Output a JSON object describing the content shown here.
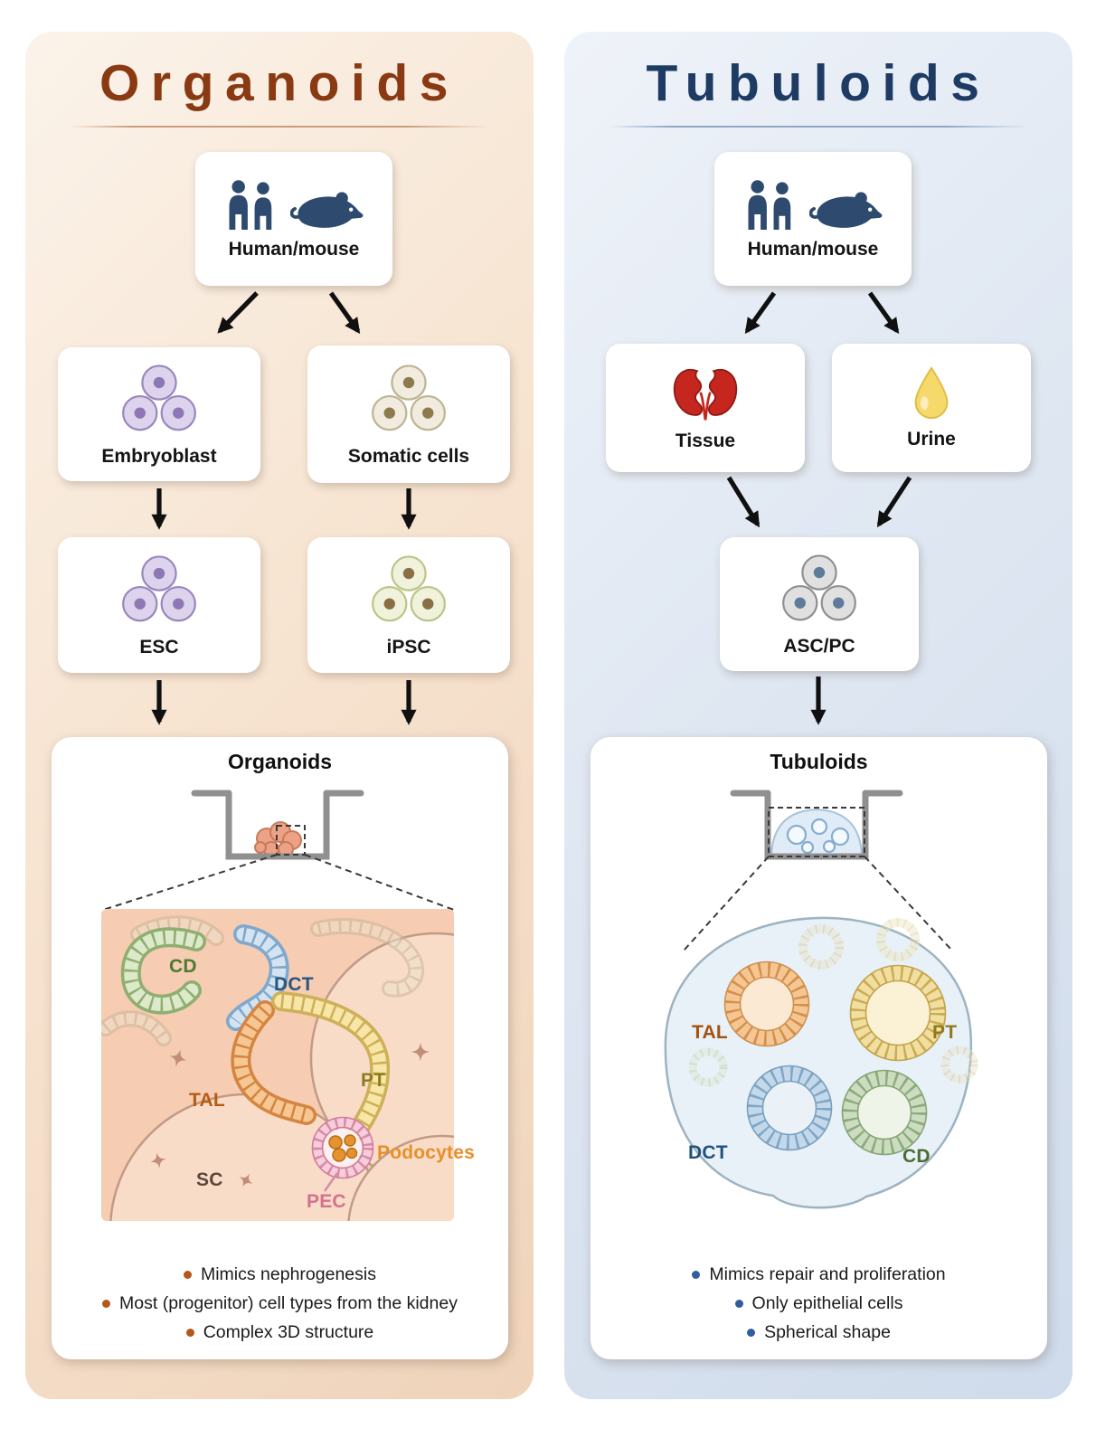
{
  "figure": {
    "type": "comparison-diagram",
    "description": "Derivation and characteristics of kidney organoids versus tubuloids"
  },
  "left": {
    "title": "Organoids",
    "source": {
      "label": "Human/mouse"
    },
    "branch1": {
      "label": "Embryoblast"
    },
    "branch2": {
      "label": "Somatic cells"
    },
    "stem1": {
      "label": "ESC"
    },
    "stem2": {
      "label": "iPSC"
    },
    "result": {
      "title": "Organoids",
      "labels": {
        "cd": "CD",
        "dct": "DCT",
        "pt": "PT",
        "tal": "TAL",
        "podocytes": "Podocytes",
        "pec": "PEC",
        "sc": "SC"
      },
      "bullets": [
        "Mimics nephrogenesis",
        "Most (progenitor) cell types from the kidney",
        "Complex 3D structure"
      ]
    },
    "colors": {
      "accent": "#8a3a12",
      "bullet": "#b4571c"
    }
  },
  "right": {
    "title": "Tubuloids",
    "source": {
      "label": "Human/mouse"
    },
    "branch1": {
      "label": "Tissue"
    },
    "branch2": {
      "label": "Urine"
    },
    "stem": {
      "label": "ASC/PC"
    },
    "result": {
      "title": "Tubuloids",
      "labels": {
        "tal": "TAL",
        "pt": "PT",
        "dct": "DCT",
        "cd": "CD"
      },
      "bullets": [
        "Mimics repair and proliferation",
        "Only epithelial cells",
        "Spherical shape"
      ]
    },
    "colors": {
      "accent": "#1d3b63",
      "bullet": "#2f5d9e"
    }
  },
  "icon_names": {
    "people": "people-icon",
    "mouse": "mouse-icon",
    "kidney": "kidney-icon",
    "urine_drop": "urine-drop-icon",
    "cell_cluster": "cell-cluster-icon",
    "culture_dish": "culture-dish-icon"
  },
  "tubule_colors": {
    "cd_green": "#8fae6f",
    "dct_blue": "#7fa8cc",
    "tal_orange": "#d4853f",
    "pt_yellow": "#cdb057",
    "pec_pink": "#d98aa8",
    "podocytes_orange": "#e6932f",
    "kidney_red": "#c5271f",
    "urine_yellow": "#f6d96b"
  }
}
